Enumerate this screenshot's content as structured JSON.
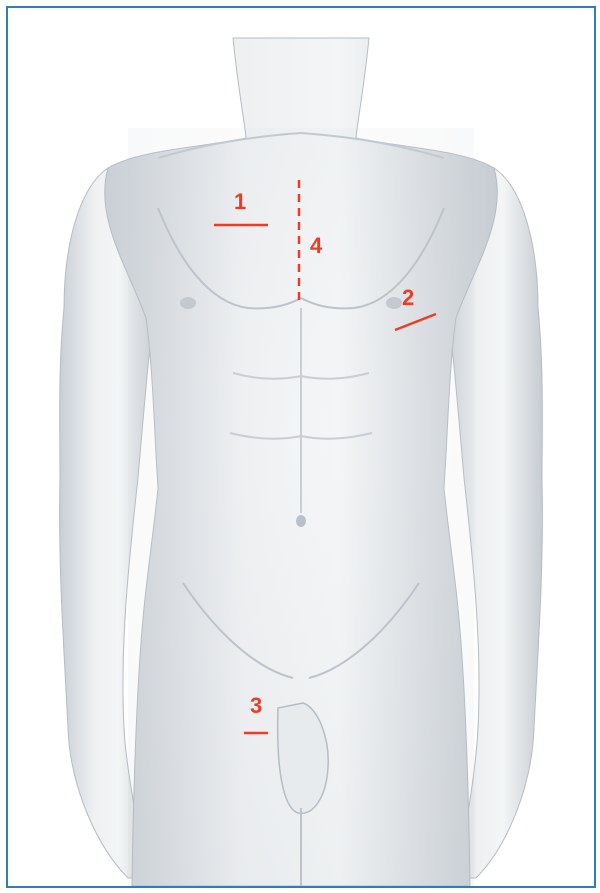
{
  "colors": {
    "frame": "#2a7fc0",
    "marker": "#ef3b24",
    "skin_light": "#f0f2f4",
    "skin_mid": "#d8dde2",
    "skin_shadow": "#b9c0c7"
  },
  "markers": [
    {
      "id": "1",
      "label": "1"
    },
    {
      "id": "2",
      "label": "2"
    },
    {
      "id": "3",
      "label": "3"
    },
    {
      "id": "4",
      "label": "4"
    }
  ]
}
